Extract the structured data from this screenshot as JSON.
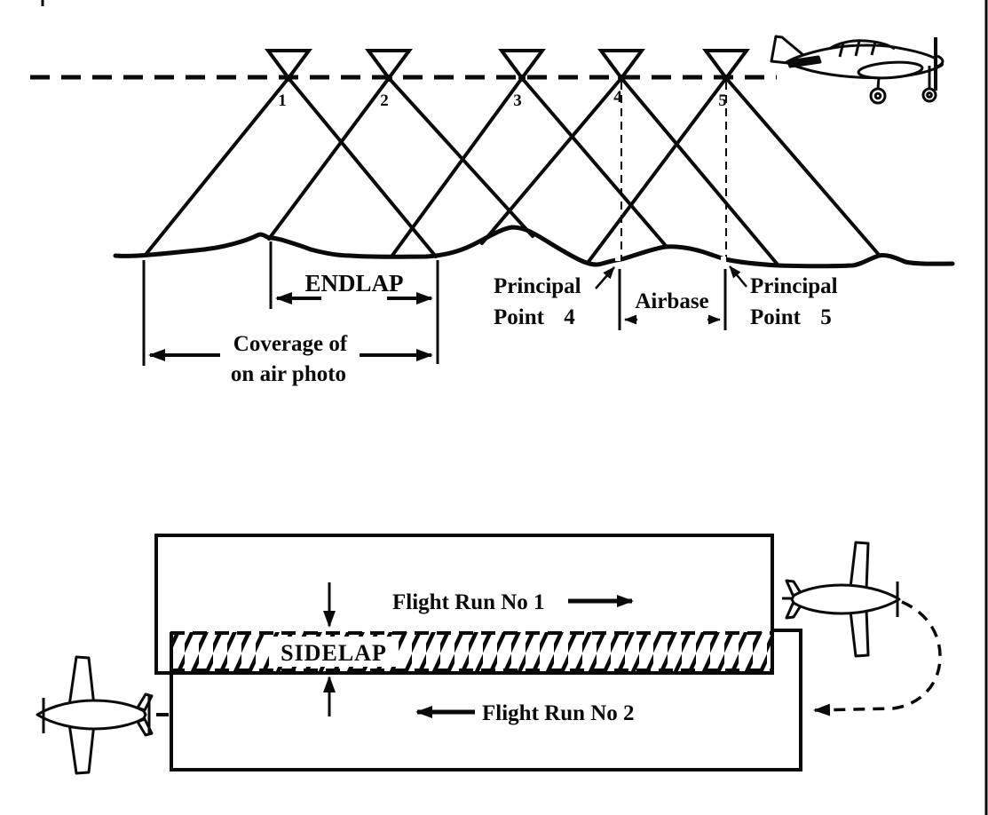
{
  "colors": {
    "ink": "#0a0a0a",
    "paper": "#ffffff"
  },
  "top_diagram": {
    "description": "endlap-diagram",
    "camera_labels": [
      "1",
      "2",
      "3",
      "4",
      "5"
    ],
    "endlap_label": "ENDLAP",
    "coverage_line1": "Coverage of",
    "coverage_line2": "on air photo",
    "principal_point_4": {
      "line1": "Principal",
      "line2": "Point 4"
    },
    "airbase_label": "Airbase",
    "principal_point_5": {
      "line1": "Principal",
      "line2": "Point 5"
    }
  },
  "bottom_diagram": {
    "description": "sidelap-diagram",
    "flight_run_1_label": "Flight Run No 1",
    "sidelap_label": "SIDELAP",
    "flight_run_2_label": "Flight Run No 2"
  }
}
